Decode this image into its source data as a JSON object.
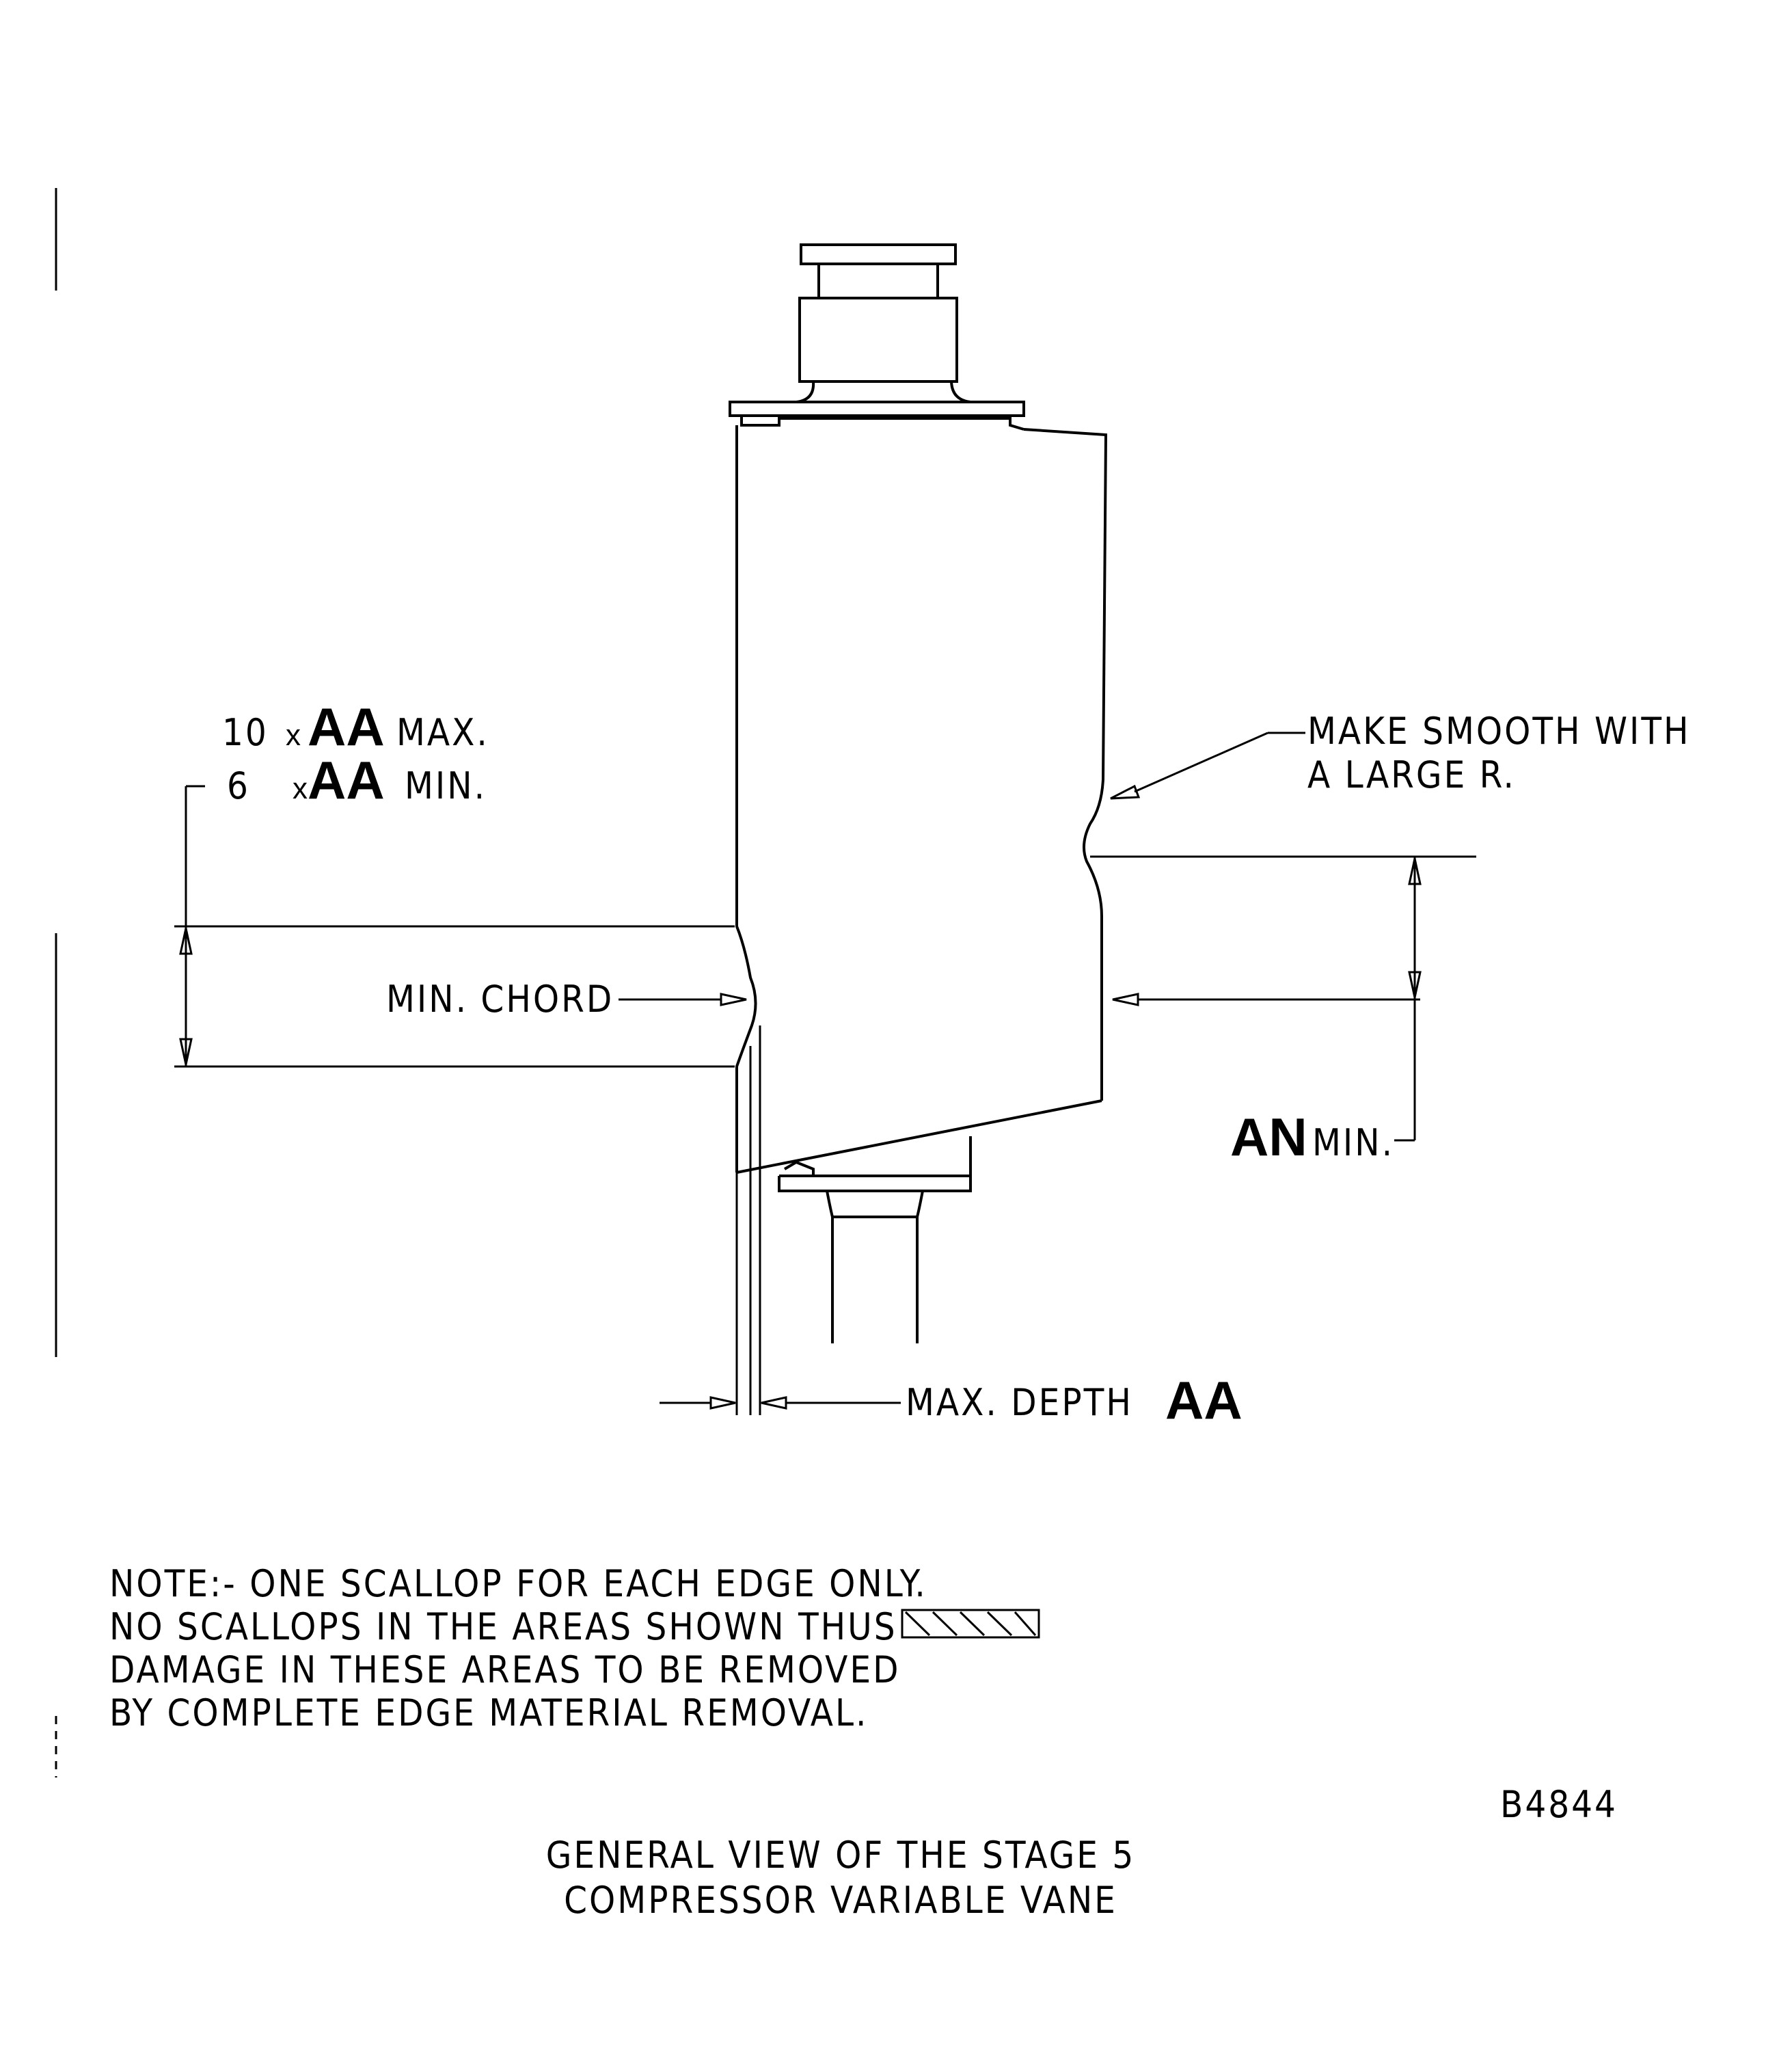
{
  "labels": {
    "max_mult": "10",
    "min_mult": "6",
    "times": "x",
    "aa": "AA",
    "max_word": "MAX.",
    "min_word": "MIN.",
    "make_smooth_line1": "MAKE SMOOTH WITH",
    "make_smooth_line2": "A LARGE R.",
    "min_chord": "MIN. CHORD",
    "an": "AN",
    "an_min": "MIN.",
    "max_depth": "MAX. DEPTH",
    "max_depth_aa": "AA"
  },
  "note": {
    "line1": "NOTE:- ONE SCALLOP FOR EACH EDGE ONLY.",
    "line2": "NO SCALLOPS IN THE AREAS SHOWN THUS",
    "line3": "DAMAGE IN THESE AREAS TO BE REMOVED",
    "line4": "BY COMPLETE EDGE MATERIAL REMOVAL."
  },
  "figure_id": "B4844",
  "caption": {
    "line1": "GENERAL VIEW OF THE STAGE 5",
    "line2": "COMPRESSOR VARIABLE VANE"
  }
}
